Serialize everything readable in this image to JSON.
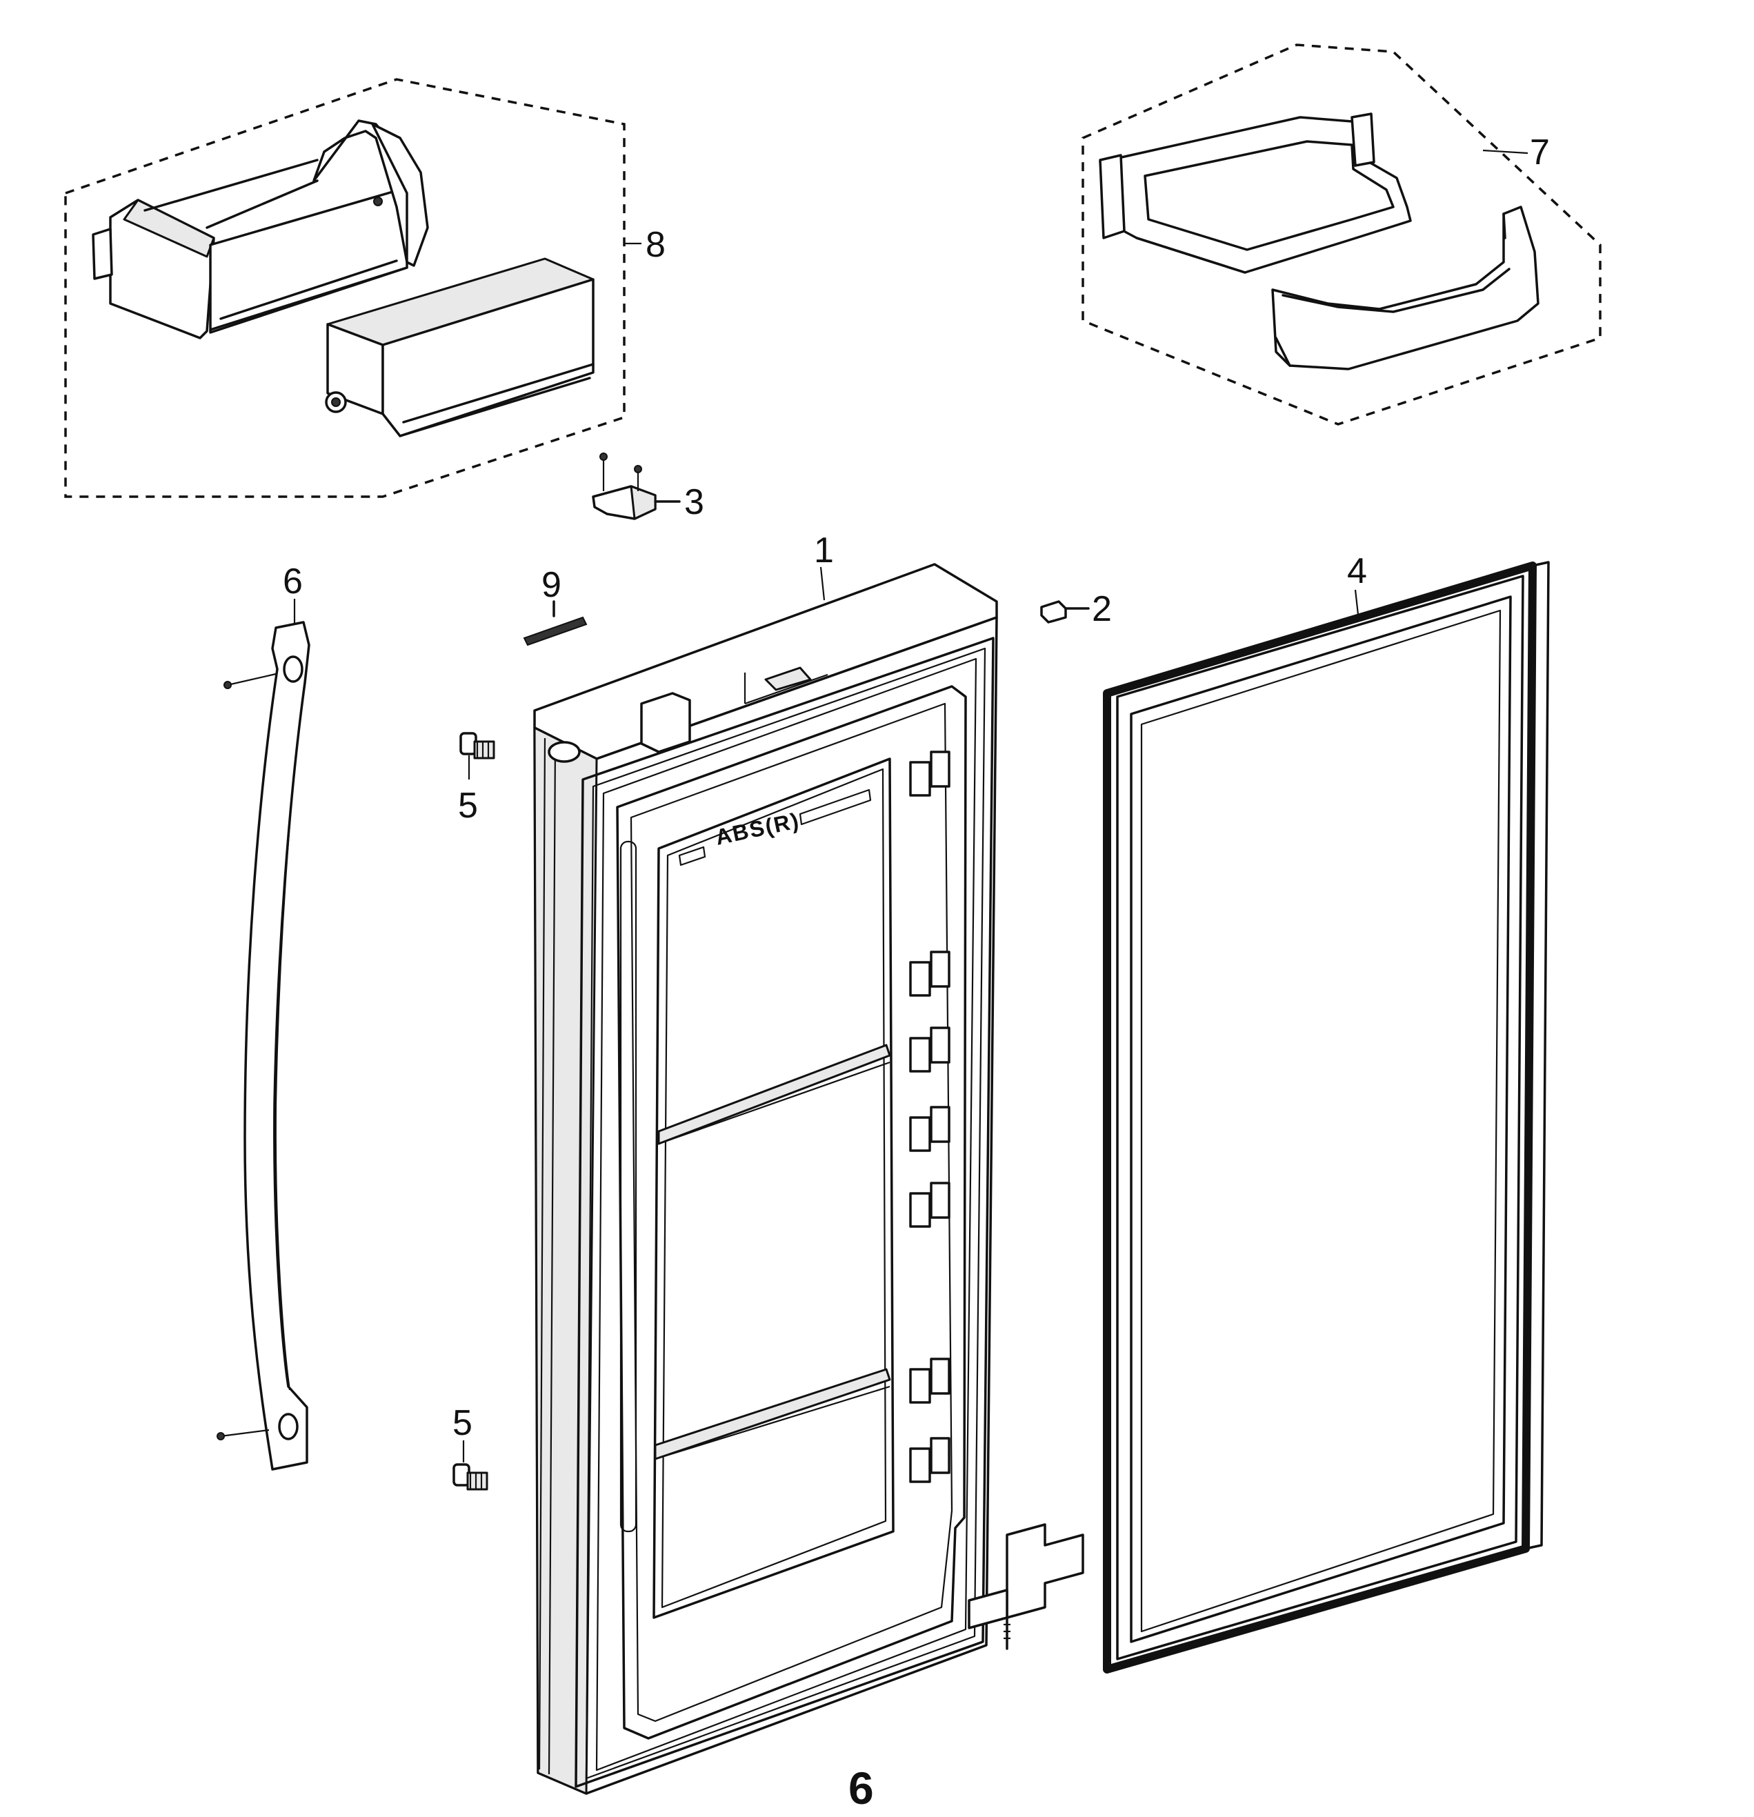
{
  "diagram": {
    "page_number": "6",
    "door_stamp": "ABS(R)",
    "callouts": [
      {
        "id": "door-liner",
        "label": "1"
      },
      {
        "id": "stopper",
        "label": "2"
      },
      {
        "id": "hinge-cap",
        "label": "3"
      },
      {
        "id": "gasket",
        "label": "4"
      },
      {
        "id": "handle-stud-upper",
        "label": "5"
      },
      {
        "id": "handle-stud-lower",
        "label": "5"
      },
      {
        "id": "handle",
        "label": "6"
      },
      {
        "id": "guard-assembly-right",
        "label": "7"
      },
      {
        "id": "guard-assembly-left",
        "label": "8"
      },
      {
        "id": "nameplate",
        "label": "9"
      }
    ]
  }
}
